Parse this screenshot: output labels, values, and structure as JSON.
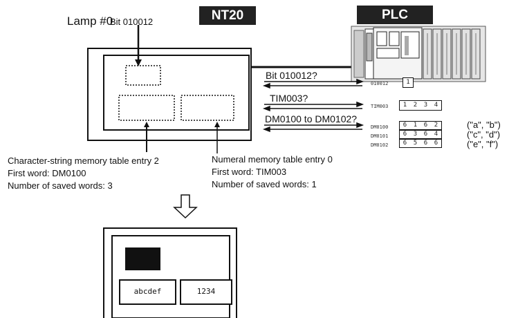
{
  "labels": {
    "lamp": "Lamp #0",
    "lamp_bit": "Bit 010012",
    "nt20": "NT20",
    "plc": "PLC"
  },
  "requests": [
    {
      "query": "Bit 010012?"
    },
    {
      "query": "TIM003?"
    },
    {
      "query": "DM0100 to DM0102?"
    }
  ],
  "plc_memory": [
    {
      "address": "010012",
      "values": [
        "1"
      ]
    },
    {
      "address": "TIM003",
      "values": [
        "1",
        "2",
        "3",
        "4"
      ]
    },
    {
      "address": "DM0100",
      "values": [
        "6",
        "1",
        "6",
        "2"
      ],
      "chars": "(\"a\", \"b\")"
    },
    {
      "address": "DM0101",
      "values": [
        "6",
        "3",
        "6",
        "4"
      ],
      "chars": "(\"c\", \"d\")"
    },
    {
      "address": "DM0102",
      "values": [
        "6",
        "5",
        "6",
        "6"
      ],
      "chars": "(\"e\", \"f\")"
    }
  ],
  "annotations": {
    "string_table": {
      "line1": "Character-string memory table entry 2",
      "line2": "First word: DM0100",
      "line3": "Number of saved words: 3"
    },
    "numeral_table": {
      "line1": "Numeral memory table entry 0",
      "line2": "First word: TIM003",
      "line3": "Number of saved words: 1"
    }
  },
  "result_screen": {
    "string_value": "abcdef",
    "numeral_value": "1234"
  }
}
